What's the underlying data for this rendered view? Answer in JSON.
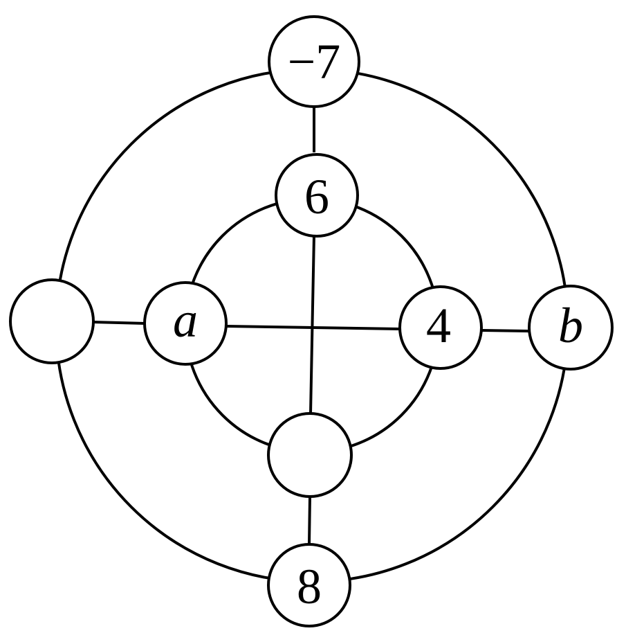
{
  "diagram": {
    "nodes": {
      "top_outer": "−7",
      "top_inner": "6",
      "left_outer": "",
      "left_inner": "a",
      "right_inner": "4",
      "right_outer": "b",
      "bottom_inner": "",
      "bottom_outer": "8"
    }
  }
}
